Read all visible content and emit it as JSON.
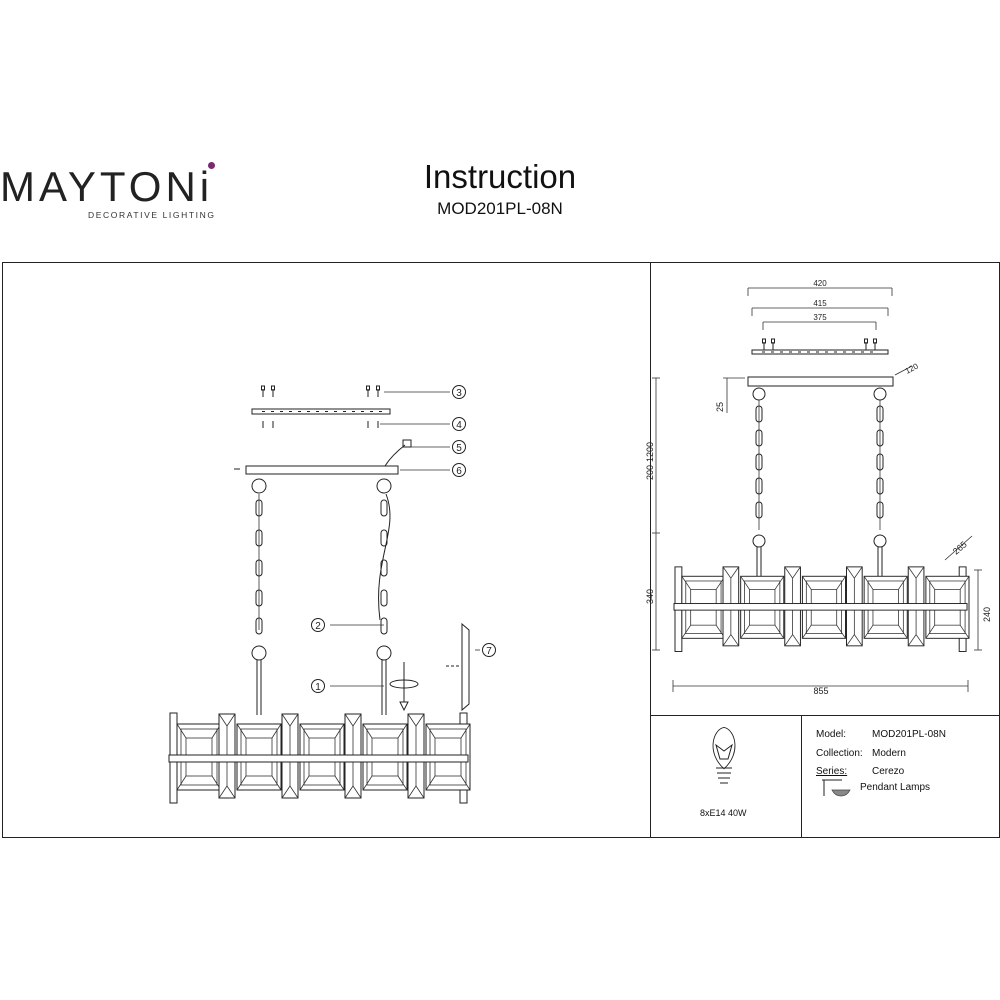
{
  "brand": {
    "name": "MAYTONi",
    "tagline": "DECORATIVE LIGHTING",
    "dot_color": "#7a2a6e"
  },
  "header": {
    "title": "Instruction",
    "model": "MOD201PL-08N"
  },
  "assembly": {
    "callouts": [
      "3",
      "4",
      "5",
      "6",
      "2",
      "7",
      "1"
    ]
  },
  "dimensions": {
    "top_widths": [
      "420",
      "415",
      "375"
    ],
    "canopy_depth": "120",
    "canopy_height": "25",
    "chain_range": "200-1200",
    "body_depth": "265",
    "body_height_left": "340",
    "body_height_right": "240",
    "body_length": "855"
  },
  "bulb": {
    "caption": "8xE14 40W"
  },
  "specs": {
    "model_label": "Model:",
    "model_value": "MOD201PL-08N",
    "collection_label": "Collection:",
    "collection_value": "Modern",
    "series_label": "Series:",
    "series_value": "Cerezo",
    "type_value": "Pendant Lamps"
  },
  "colors": {
    "line": "#222222",
    "brand_accent": "#7a2a6e"
  }
}
